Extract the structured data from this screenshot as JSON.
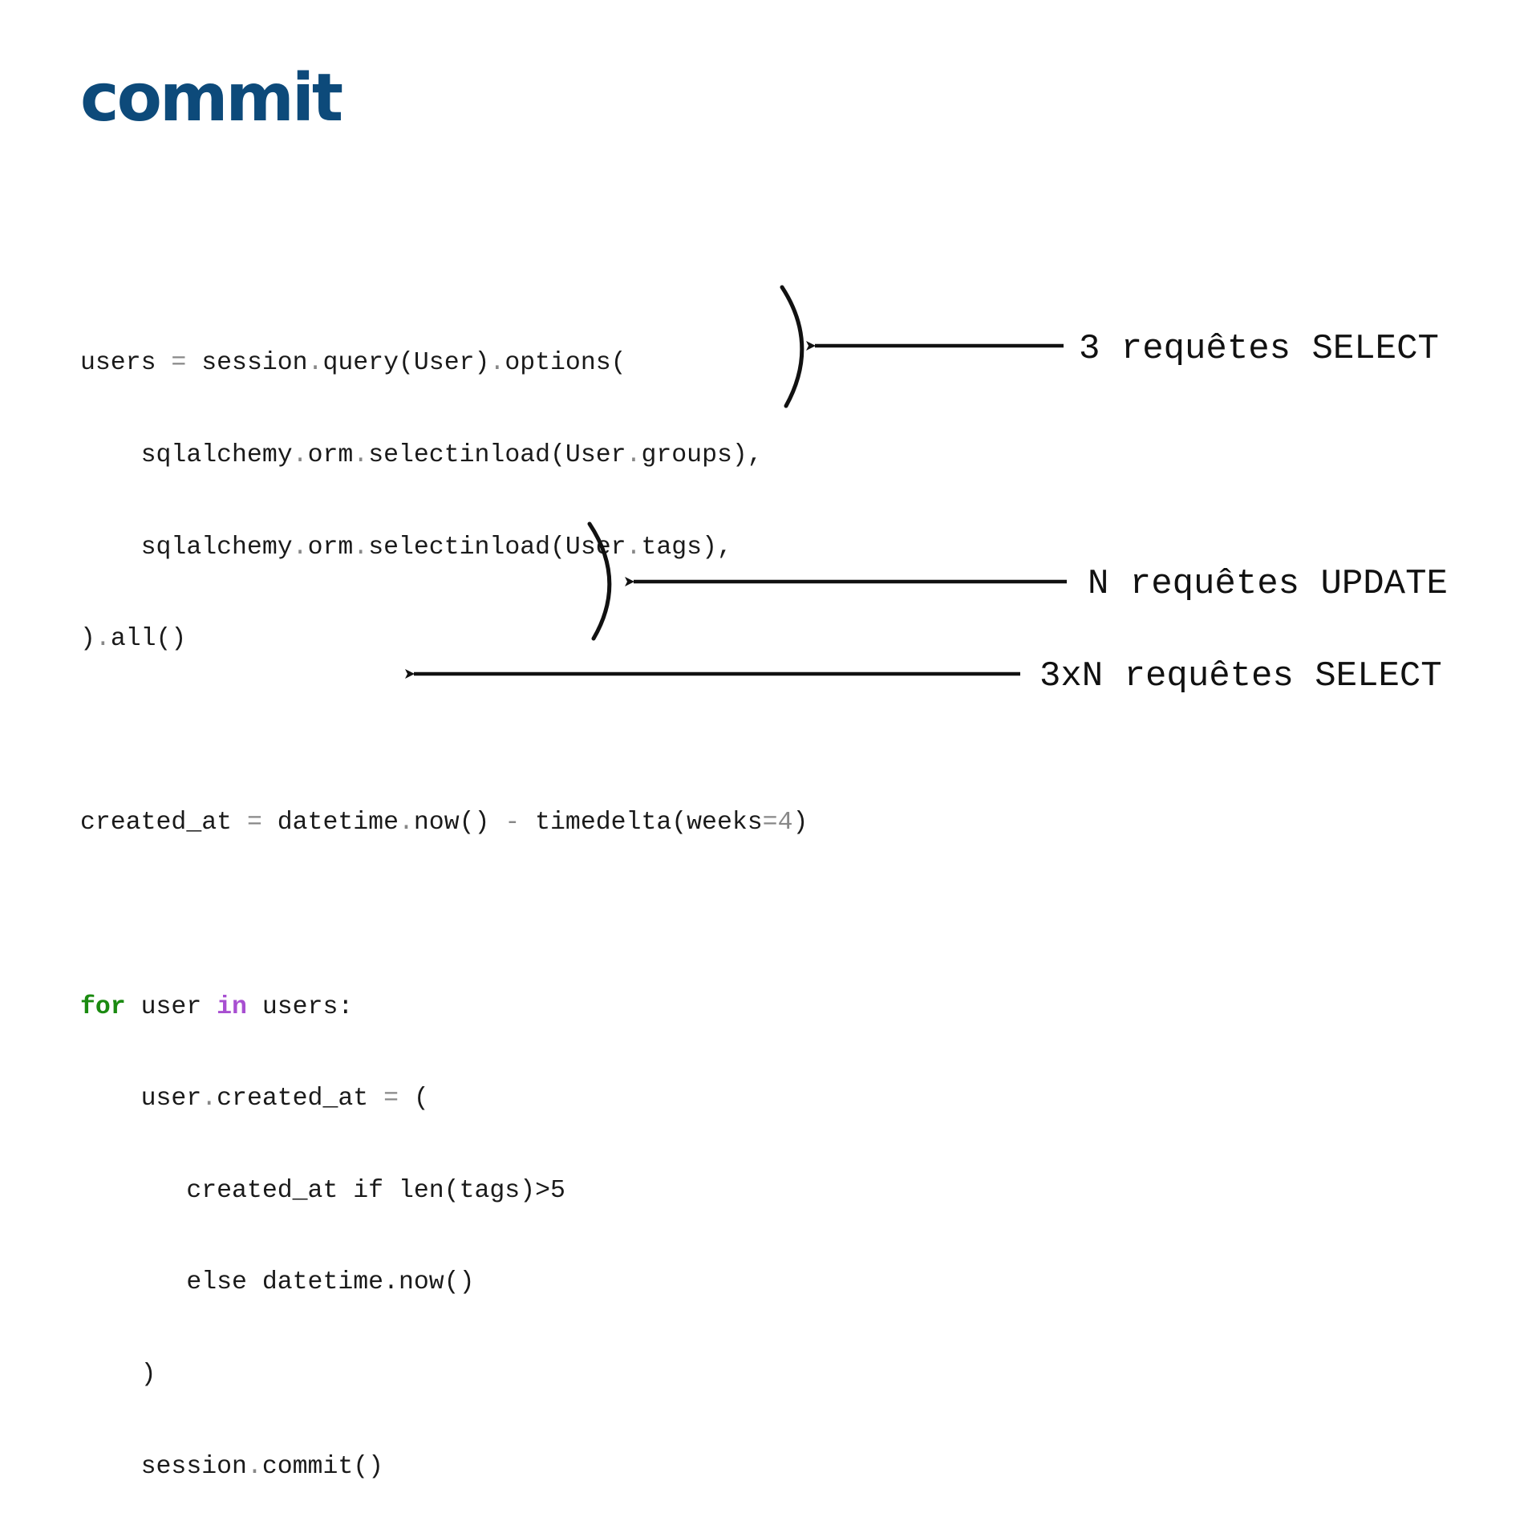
{
  "slide": {
    "title": "commit"
  },
  "code": {
    "line1": {
      "a": "users ",
      "b": "=",
      "c": " session",
      "d": ".",
      "e": "query(User)",
      "f": ".",
      "g": "options("
    },
    "line2": {
      "a": "    sqlalchemy",
      "b": ".",
      "c": "orm",
      "d": ".",
      "e": "selectinload(User",
      "f": ".",
      "g": "groups),"
    },
    "line3": {
      "a": "    sqlalchemy",
      "b": ".",
      "c": "orm",
      "d": ".",
      "e": "selectinload(User",
      "f": ".",
      "g": "tags),"
    },
    "line4": {
      "a": ")",
      "b": ".",
      "c": "all()"
    },
    "line6": {
      "a": "created_at ",
      "b": "=",
      "c": " datetime",
      "d": ".",
      "e": "now() ",
      "f": "-",
      "g": " timedelta(weeks",
      "h": "=",
      "i": "4",
      "j": ")"
    },
    "line8": {
      "kw1": "for",
      "a": " user ",
      "kw2": "in",
      "b": " users:"
    },
    "line9": {
      "a": "    user",
      "b": ".",
      "c": "created_at ",
      "d": "=",
      "e": " ("
    },
    "line10": {
      "a": "       created_at if len(tags)>5"
    },
    "line11": {
      "a": "       else datetime.now()"
    },
    "line12": {
      "a": "    )"
    },
    "line13": {
      "a": "    session",
      "b": ".",
      "c": "commit()"
    }
  },
  "annotations": {
    "select_initial": "3 requêtes SELECT",
    "update": "N requêtes UPDATE",
    "select_commit": "3xN requêtes SELECT"
  },
  "colors": {
    "title": "#0d4a7a",
    "keyword_for": "#1a8a10",
    "keyword_in": "#a84fd1",
    "arrow": "#111111"
  }
}
